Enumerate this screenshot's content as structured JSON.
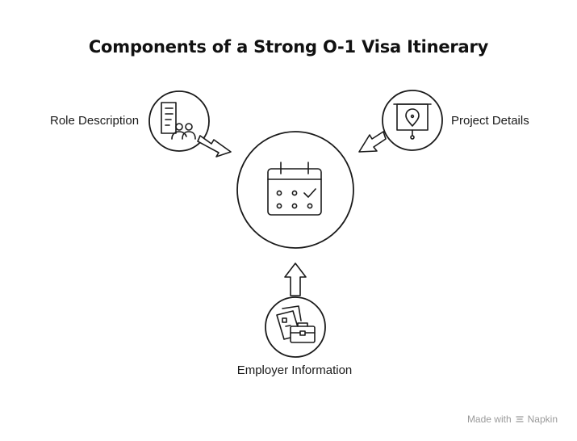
{
  "title": "Components of a Strong O-1 Visa Itinerary",
  "nodes": {
    "center": {
      "icon": "calendar-icon"
    },
    "role": {
      "label": "Role Description",
      "icon": "document-people-icon"
    },
    "project": {
      "label": "Project Details",
      "icon": "presentation-board-icon"
    },
    "employer": {
      "label": "Employer Information",
      "icon": "briefcase-documents-icon"
    }
  },
  "colors": {
    "stroke": "#1a1a1a",
    "background": "#ffffff",
    "watermark": "#9a9a9a"
  },
  "watermark": {
    "prefix": "Made with",
    "brand": "Napkin"
  }
}
